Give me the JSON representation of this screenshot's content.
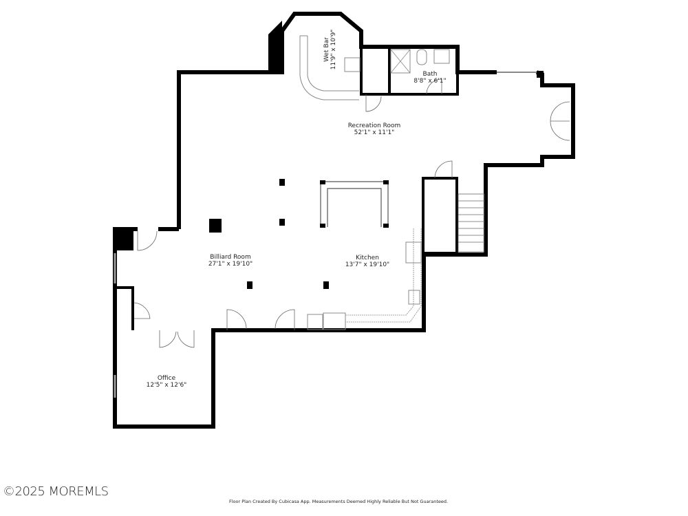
{
  "rooms": [
    {
      "name": "Recreation Room",
      "size": "52'1\" x 11'1\""
    },
    {
      "name": "Billiard Room",
      "size": "27'1\" x 19'10\""
    },
    {
      "name": "Kitchen",
      "size": "13'7\" x 19'10\""
    },
    {
      "name": "Office",
      "size": "12'5\" x 12'6\""
    },
    {
      "name": "Bath",
      "size": "8'8\" x 6'1\""
    },
    {
      "name": "Wet Bar",
      "size": "11'9\" x 10'9\""
    }
  ],
  "watermark": "©2025 MOREMLS",
  "credit": "Floor Plan Created By Cubicasa App. Measurements Deemed Highly Reliable But Not Guaranteed.",
  "colors": {
    "wall": "#000000",
    "fixture": "#888888",
    "background": "#ffffff"
  }
}
